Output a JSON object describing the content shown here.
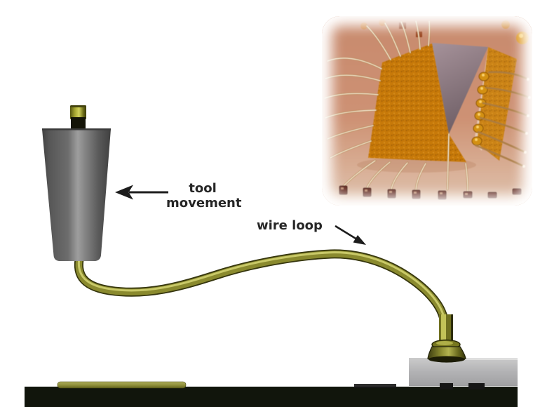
{
  "diagram": {
    "type": "wire-bonding-process-illustration",
    "labels": {
      "tool_movement": "tool movement",
      "wire_loop": "wire loop"
    },
    "icons": [
      {
        "name": "left-arrow",
        "points_to": "bonding tool, indicates tool movement direction"
      },
      {
        "name": "down-right-arrow",
        "points_to": "wire loop"
      }
    ],
    "colors": {
      "background": "#ffffff",
      "label_text": "#262626",
      "arrow": "#1c1c1c",
      "wire": "#8a8a2e",
      "wire_highlight": "#cfcf6f",
      "wire_dark": "#35350d",
      "tool_body": "#6e6e6e",
      "tool_edge": "#424242",
      "bond_pad": "#b2b2b4",
      "substrate": "#11150c",
      "bonded_strip": "#8f8f3a"
    }
  },
  "inset": {
    "type": "photo-of-wire-bonded-chip",
    "colors": {
      "package_top": "#c68b6f",
      "package_bottom": "#dfc4b0",
      "die": "#c4790f",
      "notch": "#8d7a80",
      "lead_strip": "#c8831c",
      "gold_pad": "#d09018",
      "bond_wire": "#f6ecd8",
      "bond_wire_shadow": "#a87c46",
      "dark_pad": "#5a2318"
    }
  }
}
